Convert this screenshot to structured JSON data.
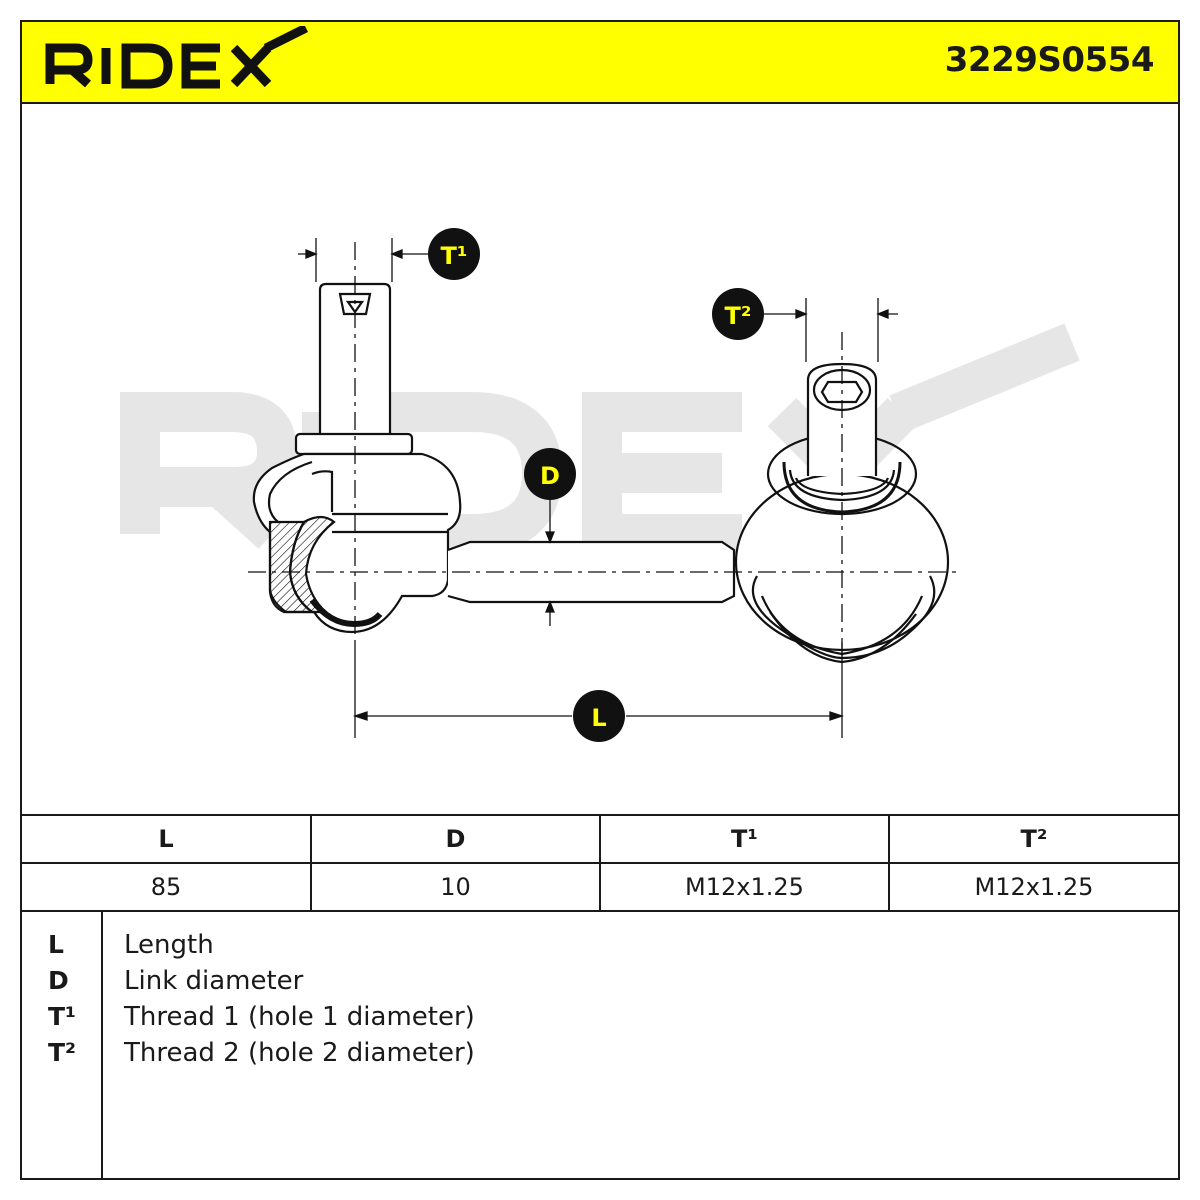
{
  "header": {
    "brand": "RIDEX",
    "part_number": "3229S0554"
  },
  "drawing": {
    "watermark": "RIDEX",
    "labels": {
      "t1": "T¹",
      "t2": "T²",
      "d": "D",
      "l": "L"
    },
    "colors": {
      "badge_fill": "#111111",
      "badge_text": "#ffff00",
      "header_bg": "#ffff00",
      "watermark": "#e6e6e6"
    }
  },
  "table": {
    "headers": [
      "L",
      "D",
      "T¹",
      "T²"
    ],
    "values": [
      "85",
      "10",
      "M12x1.25",
      "M12x1.25"
    ]
  },
  "legend": [
    {
      "key": "L",
      "desc": "Length"
    },
    {
      "key": "D",
      "desc": "Link diameter"
    },
    {
      "key": "T¹",
      "desc": "Thread 1 (hole 1 diameter)"
    },
    {
      "key": "T²",
      "desc": "Thread 2 (hole 2 diameter)"
    }
  ]
}
